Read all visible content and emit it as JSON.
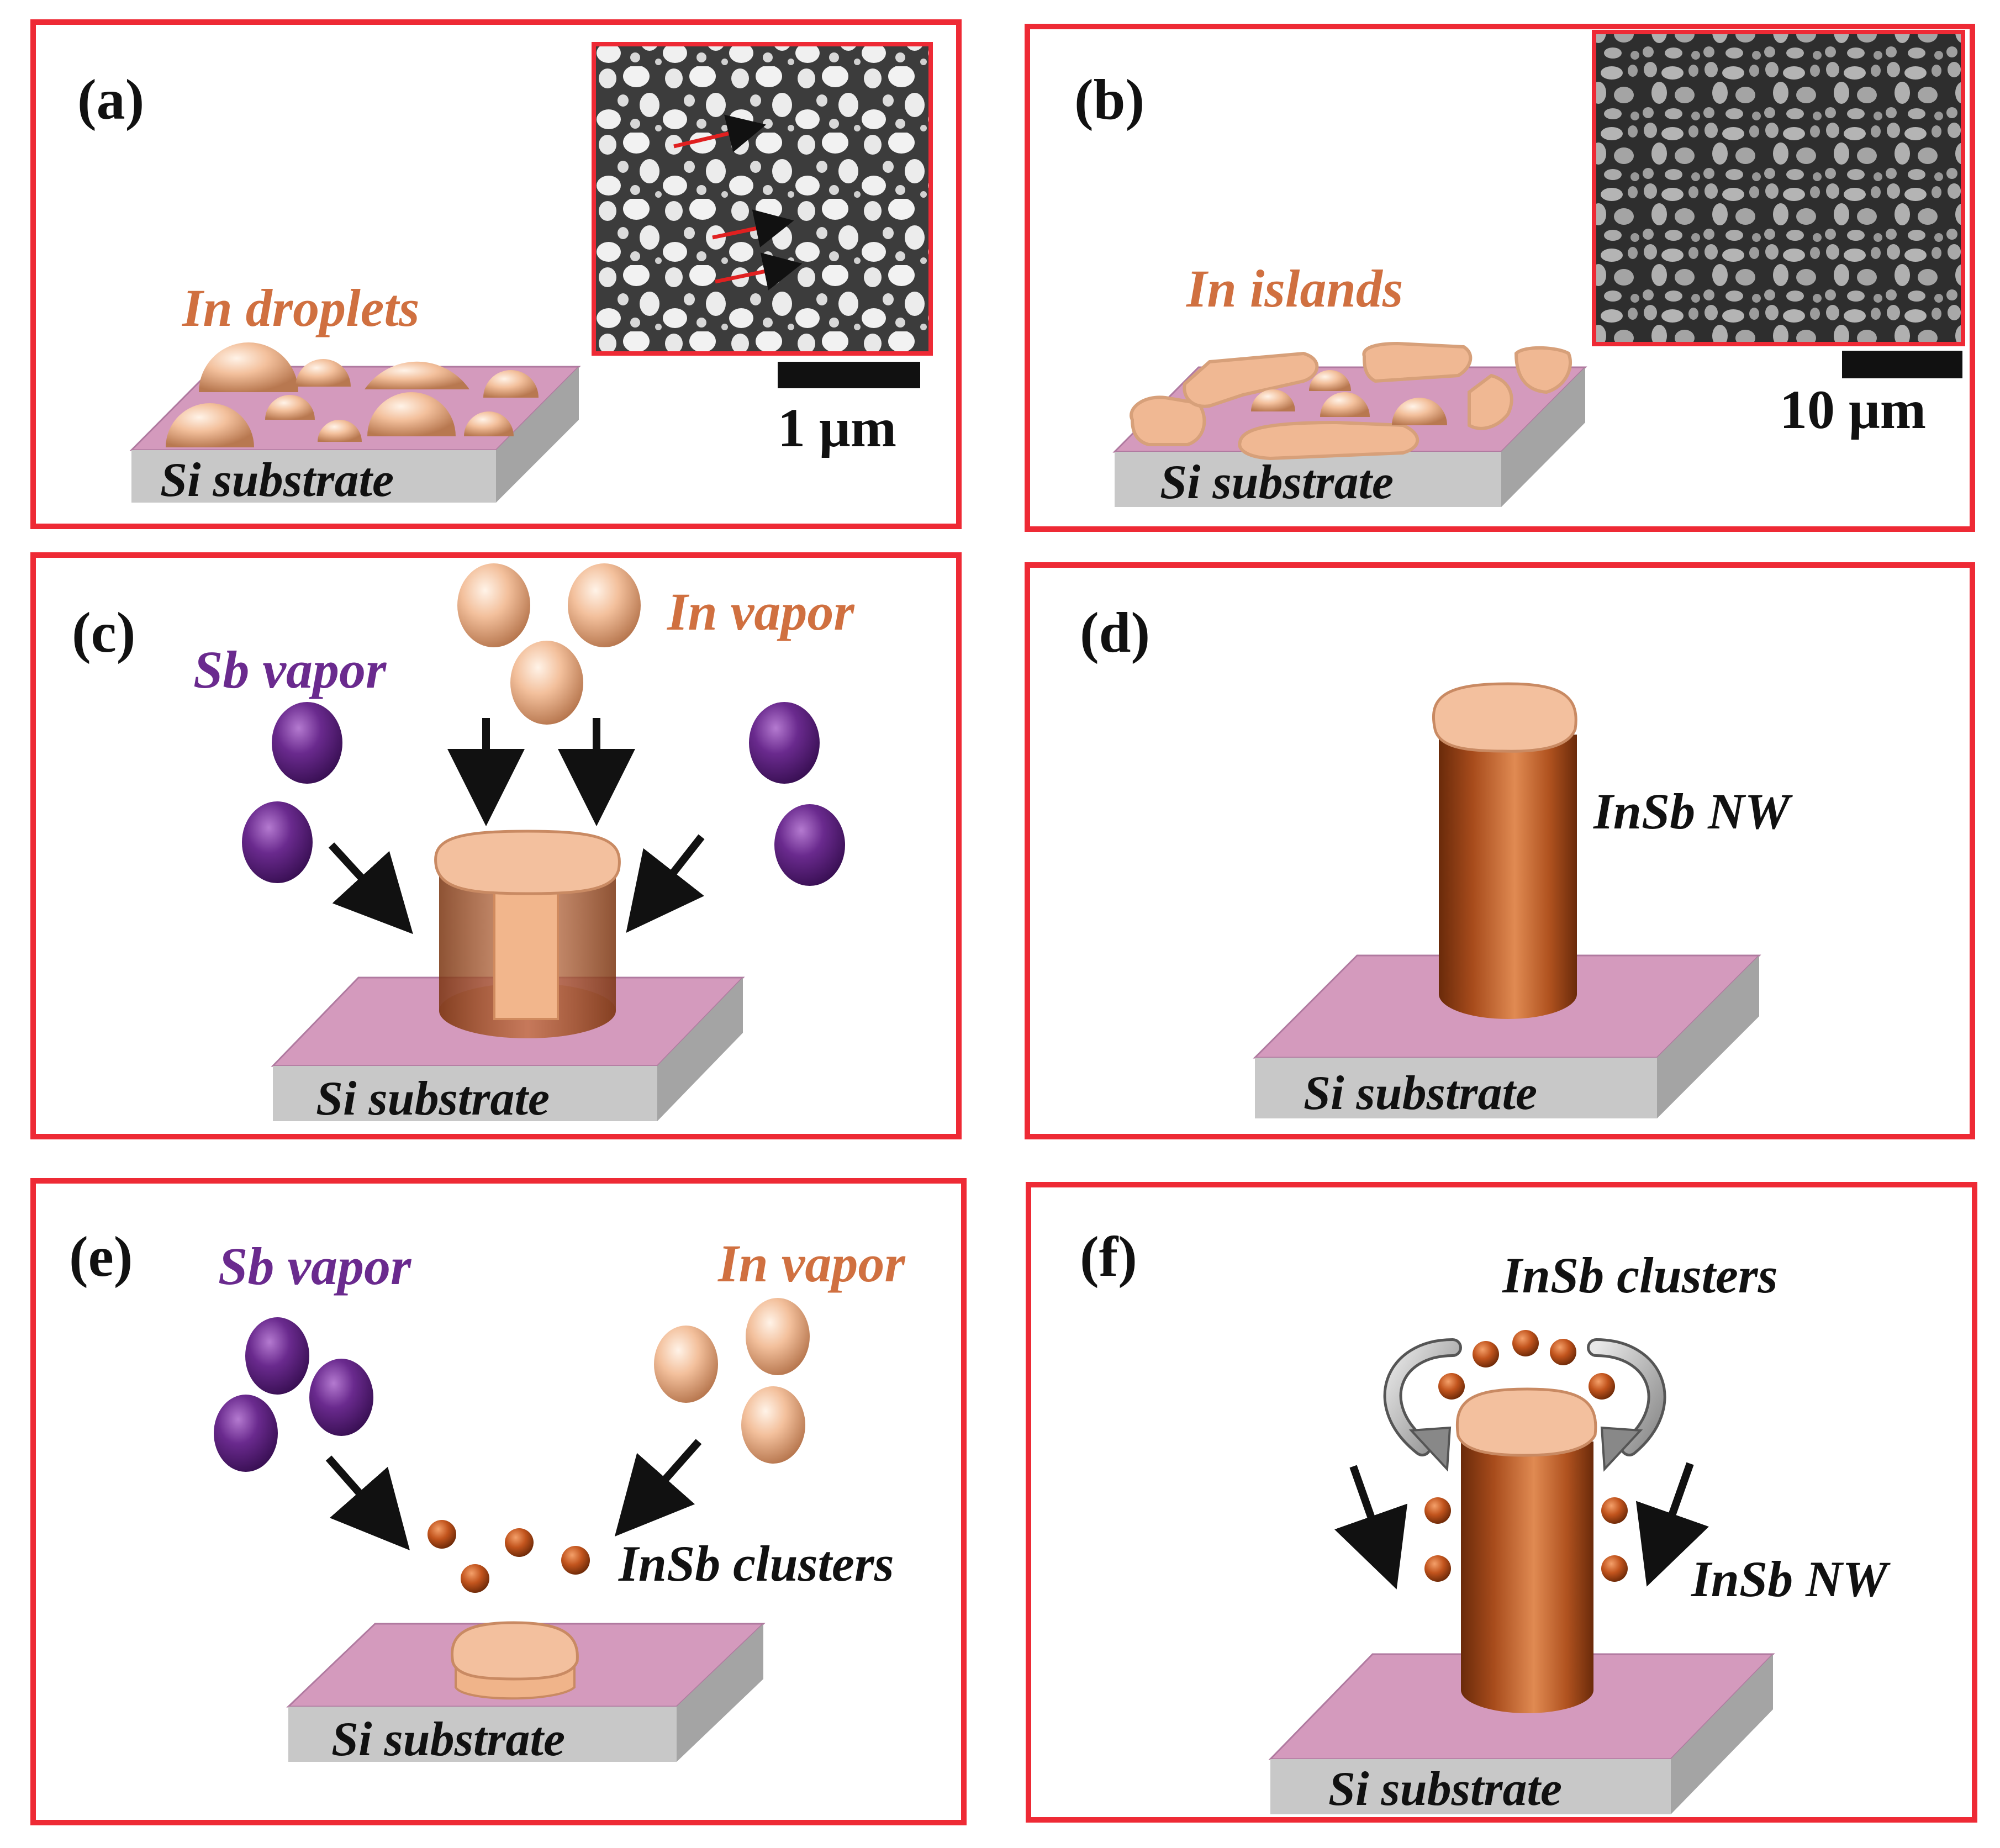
{
  "colors": {
    "frame": "#ee2a35",
    "indium": "#f0b893",
    "indium_dark": "#c98a63",
    "antimony": "#6a2a8e",
    "nanowire": "#b8561e",
    "substrate_top": "#d49abd",
    "substrate_side": "#c4c4c4",
    "label_orange": "#d07040",
    "label_purple": "#6a2a8e",
    "arrow": "#111111"
  },
  "panels": {
    "a": {
      "tag": "(a)",
      "label": "In droplets",
      "substrate": "Si substrate",
      "scale": "1 μm",
      "inset": "SEM micrograph of In droplets"
    },
    "b": {
      "tag": "(b)",
      "label": "In islands",
      "substrate": "Si substrate",
      "scale": "10 μm",
      "inset": "SEM micrograph of In islands"
    },
    "c": {
      "tag": "(c)",
      "sb_label": "Sb vapor",
      "in_label": "In  vapor",
      "substrate": "Si substrate"
    },
    "d": {
      "tag": "(d)",
      "nw_label": "InSb NW",
      "substrate": "Si substrate"
    },
    "e": {
      "tag": "(e)",
      "sb_label": "Sb  vapor",
      "in_label": "In  vapor",
      "cluster_label": "InSb  clusters",
      "substrate": "Si substrate"
    },
    "f": {
      "tag": "(f)",
      "cluster_label": "InSb  clusters",
      "nw_label": "InSb NW",
      "substrate": "Si substrate"
    }
  }
}
